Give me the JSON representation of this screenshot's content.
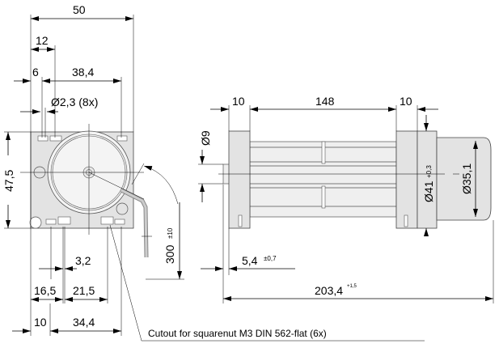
{
  "front_view": {
    "dim_width": "50",
    "dim_12": "12",
    "dim_6": "6",
    "dim_38_4": "38,4",
    "dim_hole": "Ø2,3 (8x)",
    "dim_height": "47,5",
    "dim_cable": "300",
    "dim_cable_tol": "±10",
    "dim_3_2": "3,2",
    "dim_16_5": "16,5",
    "dim_21_5": "21,5",
    "dim_10": "10",
    "dim_34_4": "34,4",
    "callout": "Cutout for squarenut M3 DIN 562-flat (6x)"
  },
  "side_view": {
    "dim_left_flange": "10",
    "dim_length": "148",
    "dim_right_flange": "10",
    "dim_shaft": "Ø9",
    "dim_housing": "Ø41",
    "dim_housing_tol": "+0,3",
    "dim_motor": "Ø35,1",
    "dim_shaft_len": "5,4",
    "dim_shaft_len_tol": "±0,7",
    "dim_total": "203,4",
    "dim_total_tol": "+1,5"
  }
}
